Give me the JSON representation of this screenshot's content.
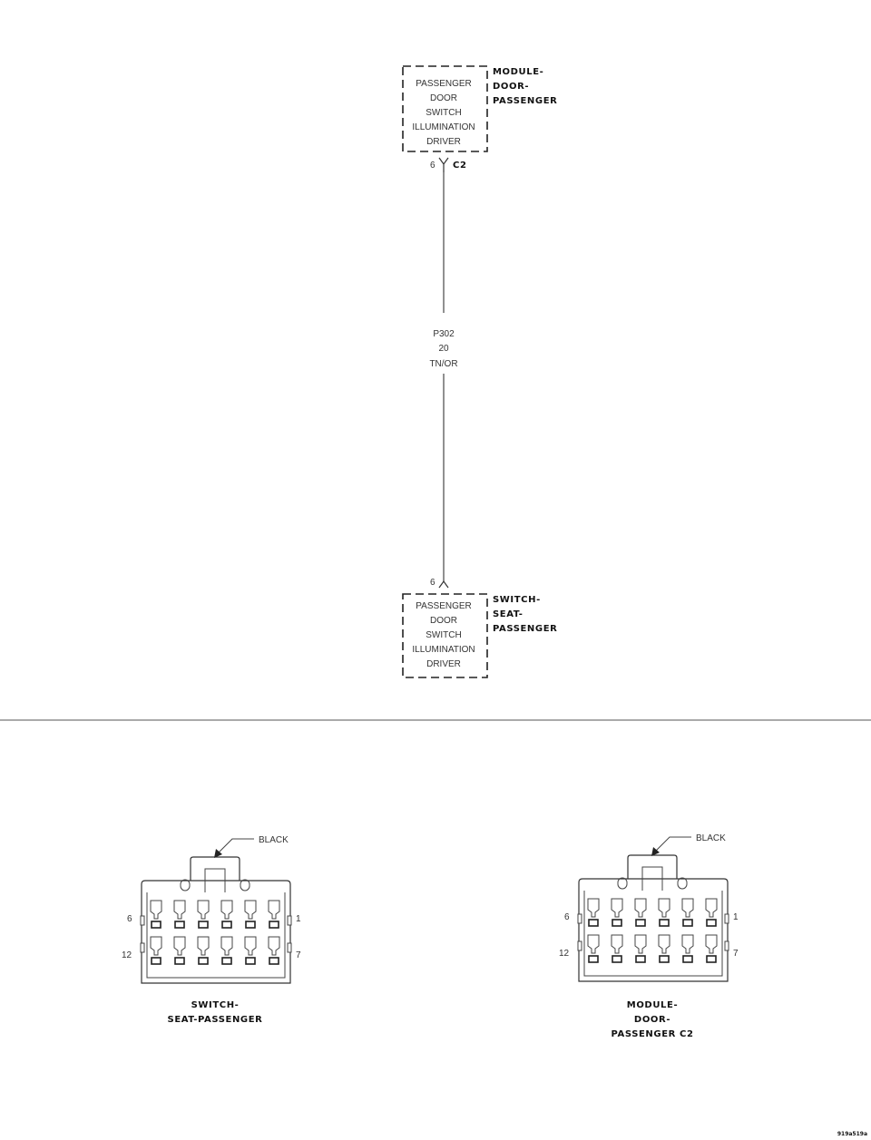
{
  "top_component": {
    "lines": [
      "PASSENGER",
      "DOOR",
      "SWITCH",
      "ILLUMINATION",
      "DRIVER"
    ],
    "name_lines": [
      "MODULE-",
      "DOOR-",
      "PASSENGER"
    ],
    "pin": "6",
    "connector": "C2"
  },
  "wire": {
    "circuit": "P302",
    "gauge": "20",
    "color": "TN/OR"
  },
  "bottom_component": {
    "pin": "6",
    "lines": [
      "PASSENGER",
      "DOOR",
      "SWITCH",
      "ILLUMINATION",
      "DRIVER"
    ],
    "name_lines": [
      "SWITCH-",
      "SEAT-",
      "PASSENGER"
    ]
  },
  "connectors": [
    {
      "color_label": "BLACK",
      "pin_top_left": "6",
      "pin_top_right": "1",
      "pin_bottom_left": "12",
      "pin_bottom_right": "7",
      "caption_lines": [
        "SWITCH-",
        "SEAT-PASSENGER"
      ]
    },
    {
      "color_label": "BLACK",
      "pin_top_left": "6",
      "pin_top_right": "1",
      "pin_bottom_left": "12",
      "pin_bottom_right": "7",
      "caption_lines": [
        "MODULE-",
        "DOOR-",
        "PASSENGER C2"
      ]
    }
  ],
  "figure_id": "919a519a"
}
